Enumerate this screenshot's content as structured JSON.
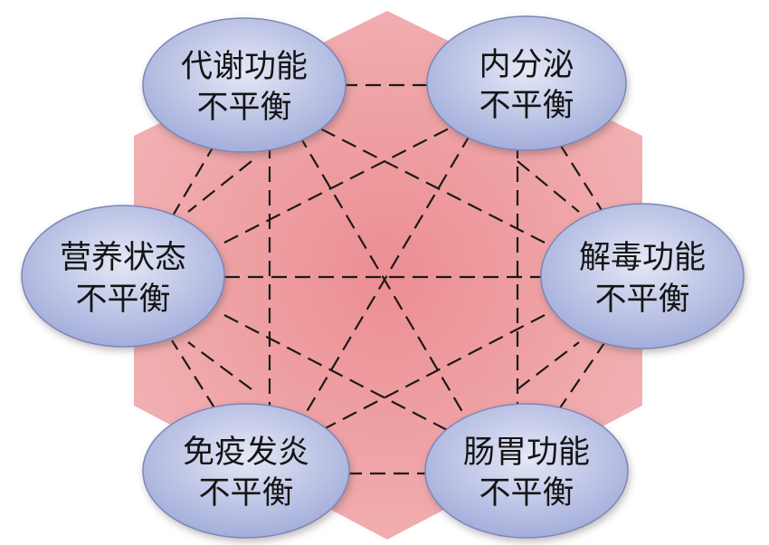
{
  "colors": {
    "background_outer": "#f1b3b5",
    "background_center": "#ec8e92",
    "node_fill_light": "#e4e8f6",
    "node_fill_dark": "#a2acda",
    "node_stroke": "#7d86b6",
    "link_stroke": "#1a1a1a",
    "text": "#151515"
  },
  "nodes": [
    {
      "id": "metabolism",
      "line1": "代谢功能",
      "line2": "不平衡"
    },
    {
      "id": "endocrine",
      "line1": "内分泌",
      "line2": "不平衡"
    },
    {
      "id": "nutrition",
      "line1": "营养状态",
      "line2": "不平衡"
    },
    {
      "id": "detox",
      "line1": "解毒功能",
      "line2": "不平衡"
    },
    {
      "id": "immune",
      "line1": "免疫发炎",
      "line2": "不平衡"
    },
    {
      "id": "gut",
      "line1": "肠胃功能",
      "line2": "不平衡"
    }
  ]
}
